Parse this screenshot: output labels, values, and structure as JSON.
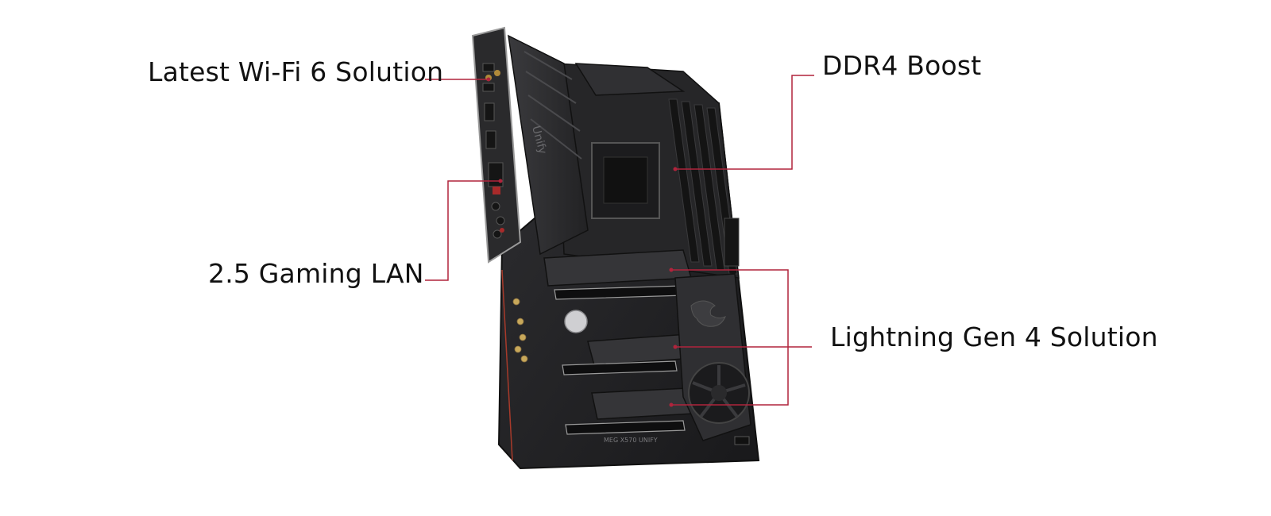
{
  "callouts": {
    "wifi": "Latest Wi-Fi 6 Solution",
    "lan": "2.5 Gaming LAN",
    "ddr4": "DDR4 Boost",
    "gen4": "Lightning Gen 4 Solution"
  },
  "board": {
    "vertical_brand": "Unify",
    "bottom_silk": "MEG X570 UNIFY"
  },
  "colors": {
    "leader_line": "#b0243c",
    "board_dark": "#1f1f21",
    "board_mid": "#2b2b2e",
    "accent_red": "#a82a2a"
  }
}
